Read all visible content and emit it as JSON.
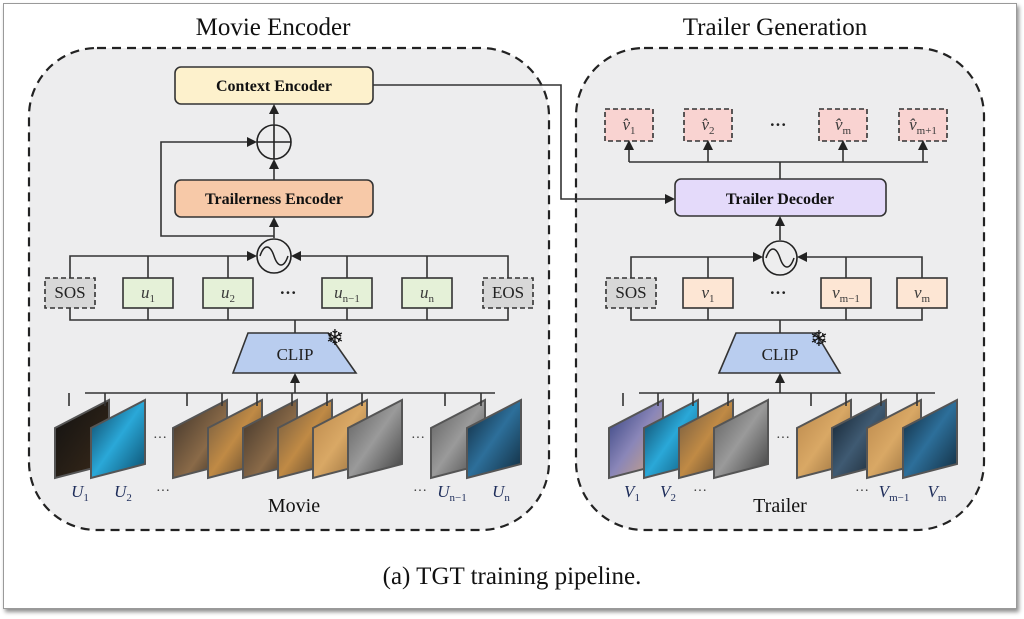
{
  "figure": {
    "caption": "(a) TGT training pipeline.",
    "sections": {
      "movie_encoder": {
        "title": "Movie Encoder",
        "context_encoder": "Context Encoder",
        "trailerness_encoder": "Trailerness Encoder",
        "add_op_icon": "circled-plus-icon",
        "positional_encoding_icon": "sine-wave-circle-icon",
        "clip_label": "CLIP",
        "clip_frozen_icon": "snowflake-icon",
        "tokens": [
          {
            "base": "SOS",
            "sub": "",
            "kind": "special"
          },
          {
            "base": "u",
            "sub": "1",
            "kind": "feature"
          },
          {
            "base": "u",
            "sub": "2",
            "kind": "feature"
          },
          {
            "base": "···",
            "sub": "",
            "kind": "ellipsis"
          },
          {
            "base": "u",
            "sub": "n−1",
            "kind": "feature"
          },
          {
            "base": "u",
            "sub": "n",
            "kind": "feature"
          },
          {
            "base": "EOS",
            "sub": "",
            "kind": "special"
          }
        ],
        "frame_labels": [
          {
            "base": "U",
            "sub": "1"
          },
          {
            "base": "U",
            "sub": "2"
          },
          {
            "base": "···",
            "sub": ""
          },
          {
            "base": "···",
            "sub": ""
          },
          {
            "base": "U",
            "sub": "n−1"
          },
          {
            "base": "U",
            "sub": "n"
          }
        ],
        "input_label": "Movie"
      },
      "trailer_generation": {
        "title": "Trailer Generation",
        "trailer_decoder": "Trailer Decoder",
        "positional_encoding_icon": "sine-wave-circle-icon",
        "clip_label": "CLIP",
        "clip_frozen_icon": "snowflake-icon",
        "outputs": [
          {
            "base": "v̂",
            "sub": "1",
            "kind": "pred"
          },
          {
            "base": "v̂",
            "sub": "2",
            "kind": "pred"
          },
          {
            "base": "···",
            "sub": "",
            "kind": "ellipsis"
          },
          {
            "base": "v̂",
            "sub": "m",
            "kind": "pred"
          },
          {
            "base": "v̂",
            "sub": "m+1",
            "kind": "pred"
          }
        ],
        "tokens": [
          {
            "base": "SOS",
            "sub": "",
            "kind": "special"
          },
          {
            "base": "v",
            "sub": "1",
            "kind": "feature"
          },
          {
            "base": "···",
            "sub": "",
            "kind": "ellipsis"
          },
          {
            "base": "v",
            "sub": "m−1",
            "kind": "feature"
          },
          {
            "base": "v",
            "sub": "m",
            "kind": "feature"
          }
        ],
        "frame_labels": [
          {
            "base": "V",
            "sub": "1"
          },
          {
            "base": "V",
            "sub": "2"
          },
          {
            "base": "···",
            "sub": ""
          },
          {
            "base": "···",
            "sub": ""
          },
          {
            "base": "V",
            "sub": "m−1"
          },
          {
            "base": "V",
            "sub": "m"
          }
        ],
        "input_label": "Trailer"
      }
    },
    "colors": {
      "panel_bg": "#ededee",
      "context_encoder": "#fdf1cc",
      "trailerness_encoder": "#f7c9a8",
      "trailer_decoder": "#e4dafa",
      "movie_token": "#e5f1d8",
      "trailer_token": "#fde6d4",
      "pred_token": "#f9d3d1",
      "special_token": "#d8d8d8",
      "clip": "#b9cdef"
    }
  }
}
